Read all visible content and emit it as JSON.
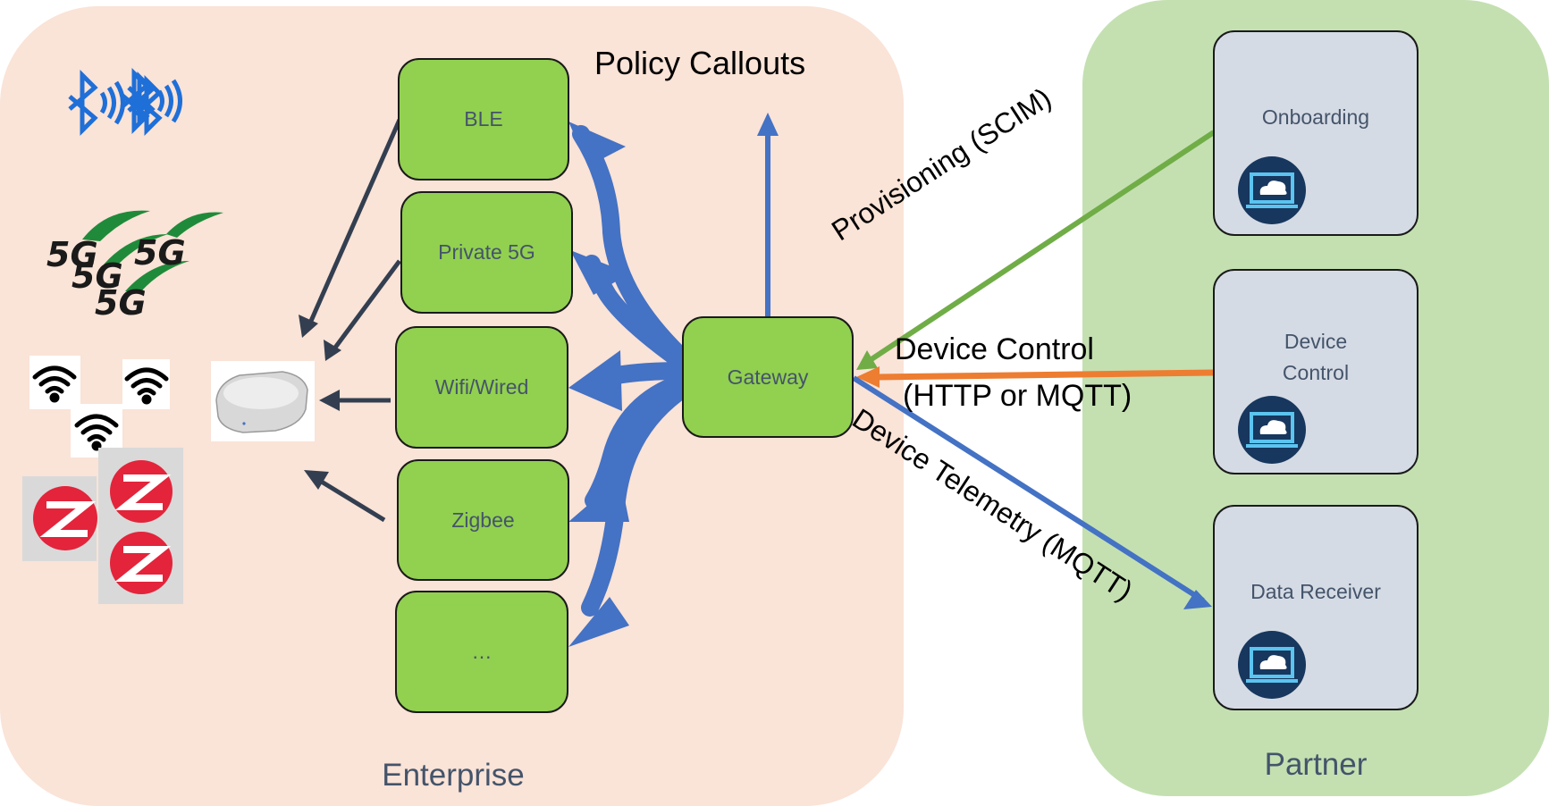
{
  "regions": {
    "enterprise": "Enterprise",
    "partner": "Partner"
  },
  "protocol_boxes": [
    "BLE",
    "Private 5G",
    "Wifi/Wired",
    "Zigbee",
    "…"
  ],
  "gateway": "Gateway",
  "policy_callouts": "Policy Callouts",
  "partner_services": {
    "onboarding": "Onboarding",
    "device_control": "Device Control",
    "data_receiver": "Data Receiver"
  },
  "connections": {
    "provisioning": "Provisioning (SCIM)",
    "device_control_line1": "Device Control",
    "device_control_line2": "(HTTP or MQTT)",
    "telemetry": "Device Telemetry (MQTT)"
  },
  "icons": [
    "bluetooth-icon",
    "5g-icon",
    "wifi-icon",
    "zigbee-icon",
    "access-point-icon",
    "cloud-laptop-icon"
  ],
  "colors": {
    "enterprise_bg": "#fae3d7",
    "partner_bg": "#c4e0b1",
    "protocol_box": "#92d050",
    "partner_box": "#d5dbe5",
    "blue_arrow": "#4472c4",
    "provisioning_arrow": "#70ad47",
    "control_arrow": "#ed7d31",
    "dark_arrow": "#333f50"
  }
}
